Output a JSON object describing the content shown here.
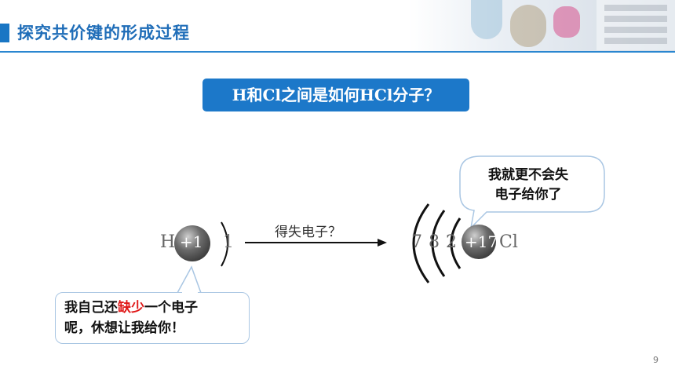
{
  "header": {
    "title": "探究共价键的形成过程"
  },
  "question": {
    "text": "H和Cl之间是如何HCl分子？"
  },
  "hydrogen": {
    "symbol": "H",
    "nucleus": "+1",
    "electrons": "1"
  },
  "chlorine": {
    "symbol": "Cl",
    "nucleus": "+17",
    "shells": [
      "7",
      "8",
      "2"
    ]
  },
  "arrow": {
    "label": "得失电子？"
  },
  "speech_left": {
    "line1_pre": "我自己还",
    "line1_highlight": "缺少",
    "line1_post": "一个电子",
    "line2": "呢，休想让我给你！"
  },
  "speech_right": {
    "line1": "我就更不会失",
    "line2": "电子给你了"
  },
  "page": {
    "number": "9"
  },
  "colors": {
    "accent": "#1c78c9",
    "highlight": "#e01818"
  }
}
